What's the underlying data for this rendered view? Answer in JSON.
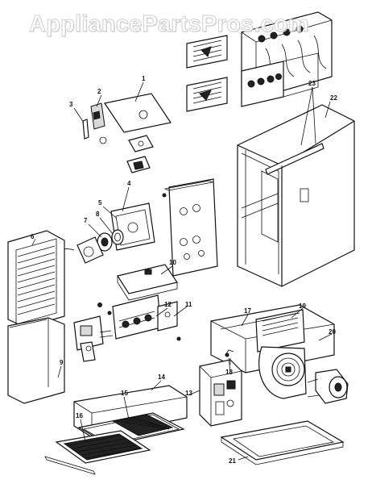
{
  "watermark": "AppliancePartsPros.com",
  "callouts": {
    "c1": "1",
    "c2": "2",
    "c3": "3",
    "c4": "4",
    "c5": "5",
    "c6": "6",
    "c7": "7",
    "c8": "8",
    "c9": "9",
    "c10": "10",
    "c11": "11",
    "c12": "12",
    "c13": "13",
    "c14": "14",
    "c15": "15",
    "c16": "16",
    "c17": "17",
    "c18": "18",
    "c19": "19",
    "c20": "20",
    "c21": "21",
    "c22": "22",
    "c23": "23"
  },
  "colors": {
    "ink": "#111111",
    "paper": "#ffffff",
    "watermark": "#c9c9c9"
  }
}
